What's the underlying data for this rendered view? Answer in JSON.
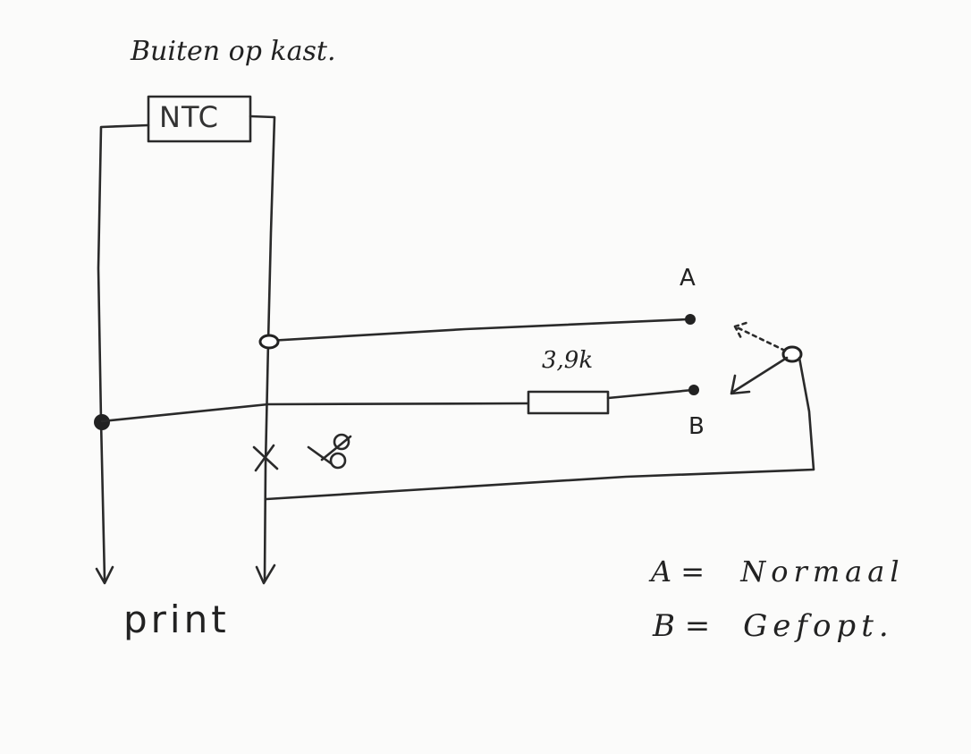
{
  "title": "Buiten op kast.",
  "ntc_label": "NTC",
  "resistor_label": "3,9k",
  "terminal_a": "A",
  "terminal_b": "B",
  "output_label": "print",
  "legend": [
    {
      "key": "A =",
      "value": "Normaal"
    },
    {
      "key": "B =",
      "value": "Gefopt."
    }
  ],
  "colors": {
    "ink": "#2a2a2a",
    "paper": "#fbfbfa"
  }
}
